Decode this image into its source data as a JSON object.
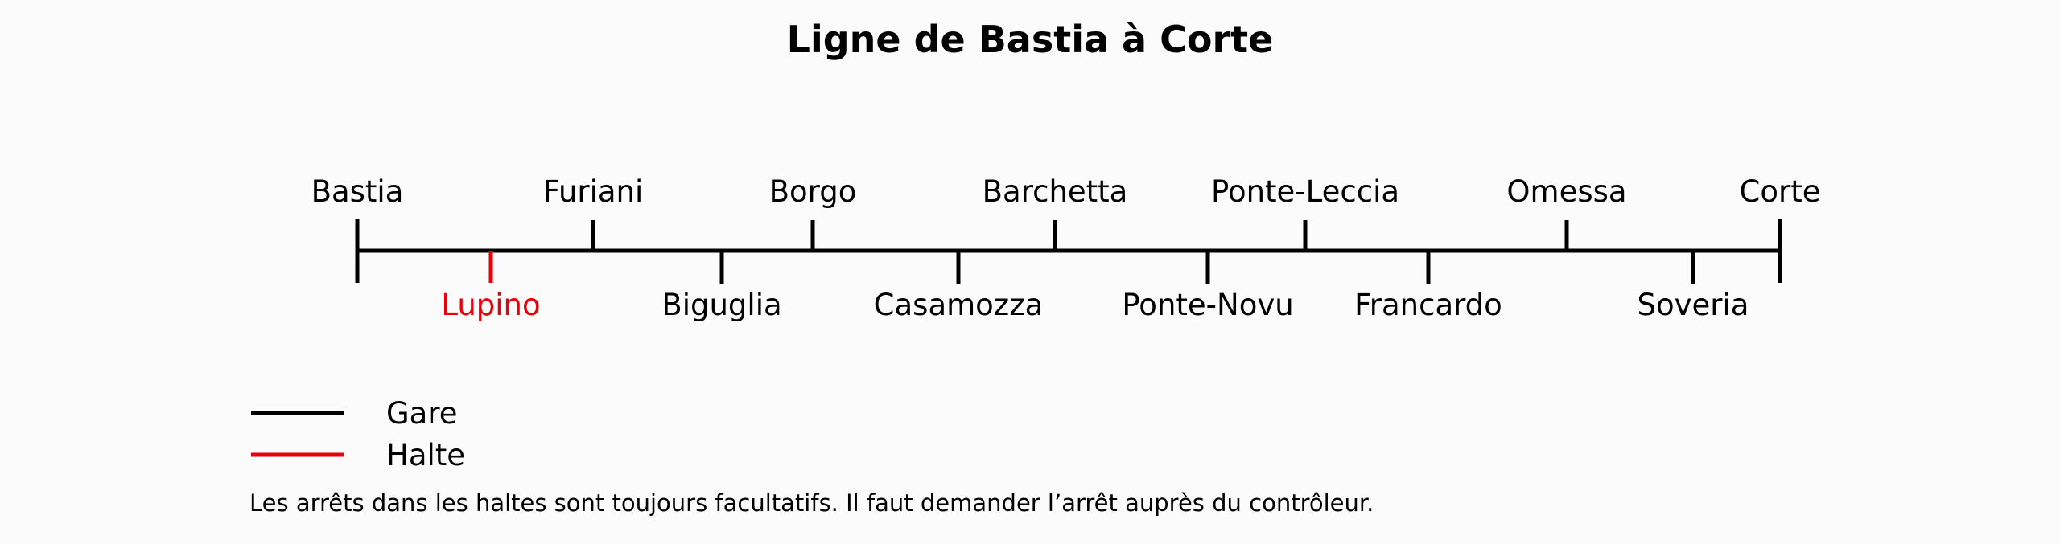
{
  "title": "Ligne de Bastia à Corte",
  "colors": {
    "gare": "#000000",
    "halte": "#e8000b"
  },
  "stations": [
    {
      "name": "Bastia",
      "type": "gare",
      "terminal": true
    },
    {
      "name": "Lupino",
      "type": "halte"
    },
    {
      "name": "Furiani",
      "type": "gare"
    },
    {
      "name": "Biguglia",
      "type": "gare"
    },
    {
      "name": "Borgo",
      "type": "gare"
    },
    {
      "name": "Casamozza",
      "type": "gare"
    },
    {
      "name": "Barchetta",
      "type": "gare"
    },
    {
      "name": "Ponte-Novu",
      "type": "gare"
    },
    {
      "name": "Ponte-Leccia",
      "type": "gare"
    },
    {
      "name": "Francardo",
      "type": "gare"
    },
    {
      "name": "Omessa",
      "type": "gare"
    },
    {
      "name": "Soveria",
      "type": "gare"
    },
    {
      "name": "Corte",
      "type": "gare",
      "terminal": true
    }
  ],
  "legend": {
    "gare_label": "Gare",
    "halte_label": "Halte"
  },
  "note": "Les arrêts dans les haltes sont toujours facultatifs. Il faut demander l’arrêt auprès du contrôleur."
}
